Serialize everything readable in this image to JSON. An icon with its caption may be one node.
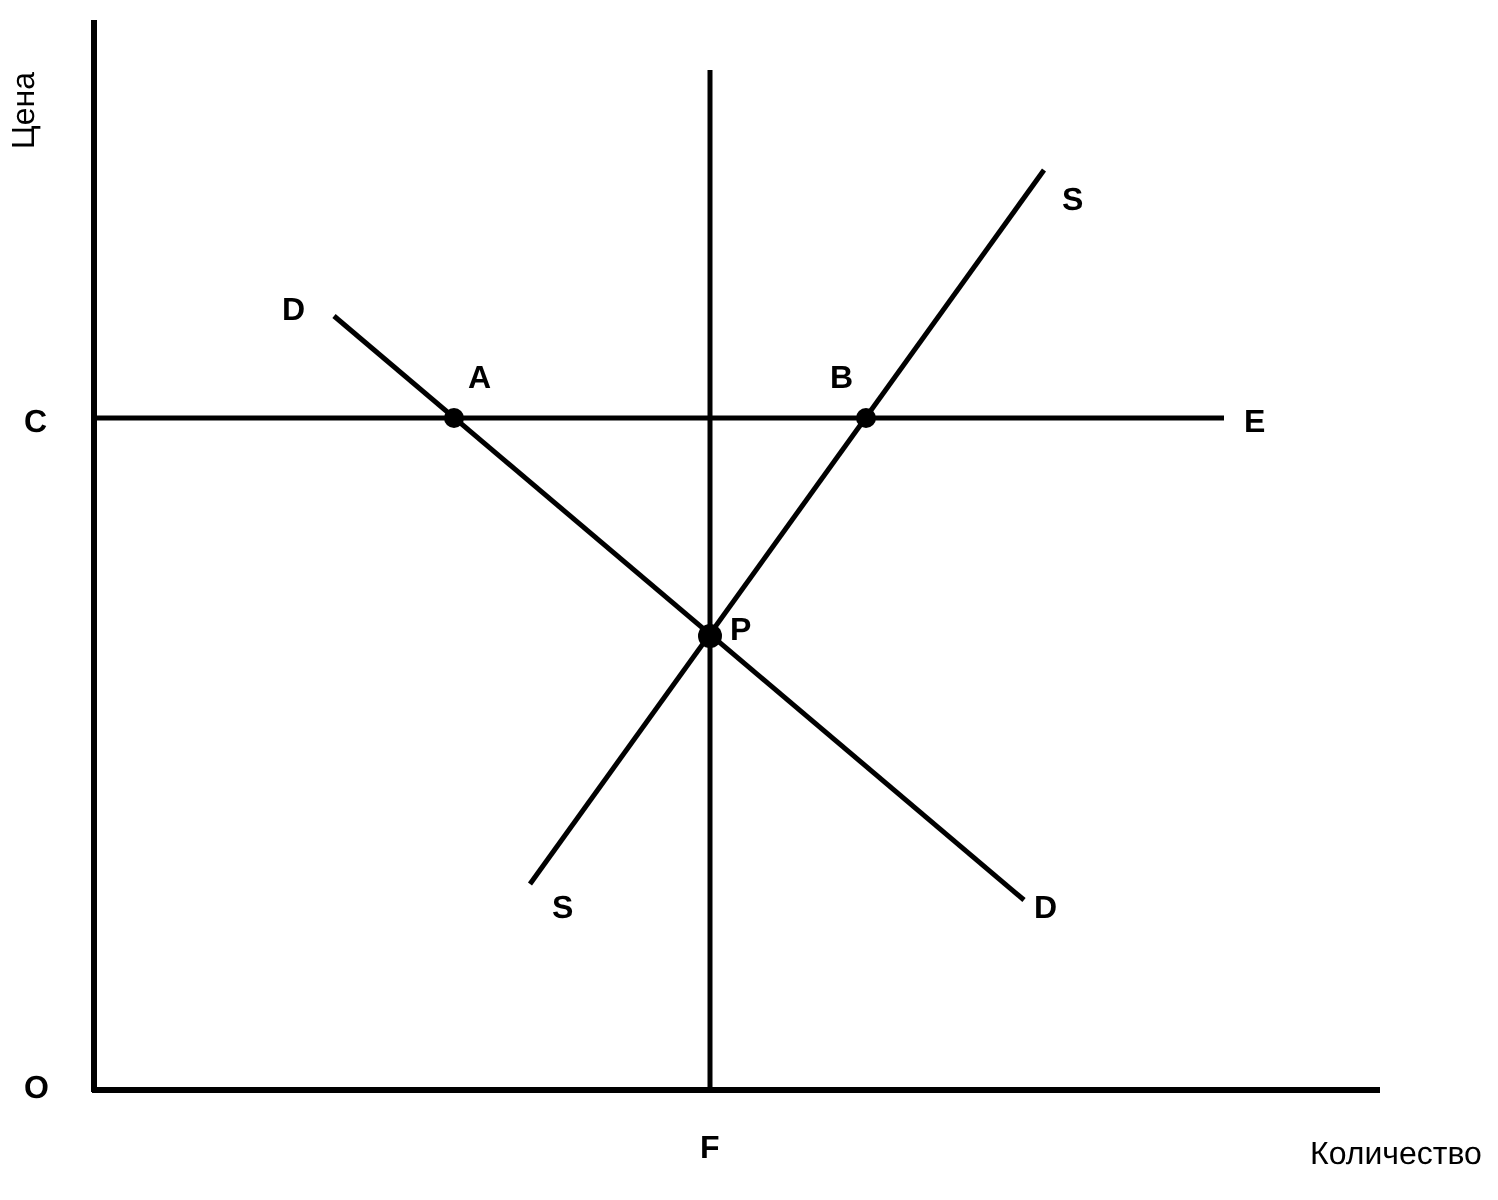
{
  "diagram": {
    "labels": [
      "Цена",
      "D",
      "A",
      "B",
      "S",
      "C",
      "E",
      "P",
      "S",
      "D",
      "O",
      "F",
      "Количество"
    ]
  }
}
